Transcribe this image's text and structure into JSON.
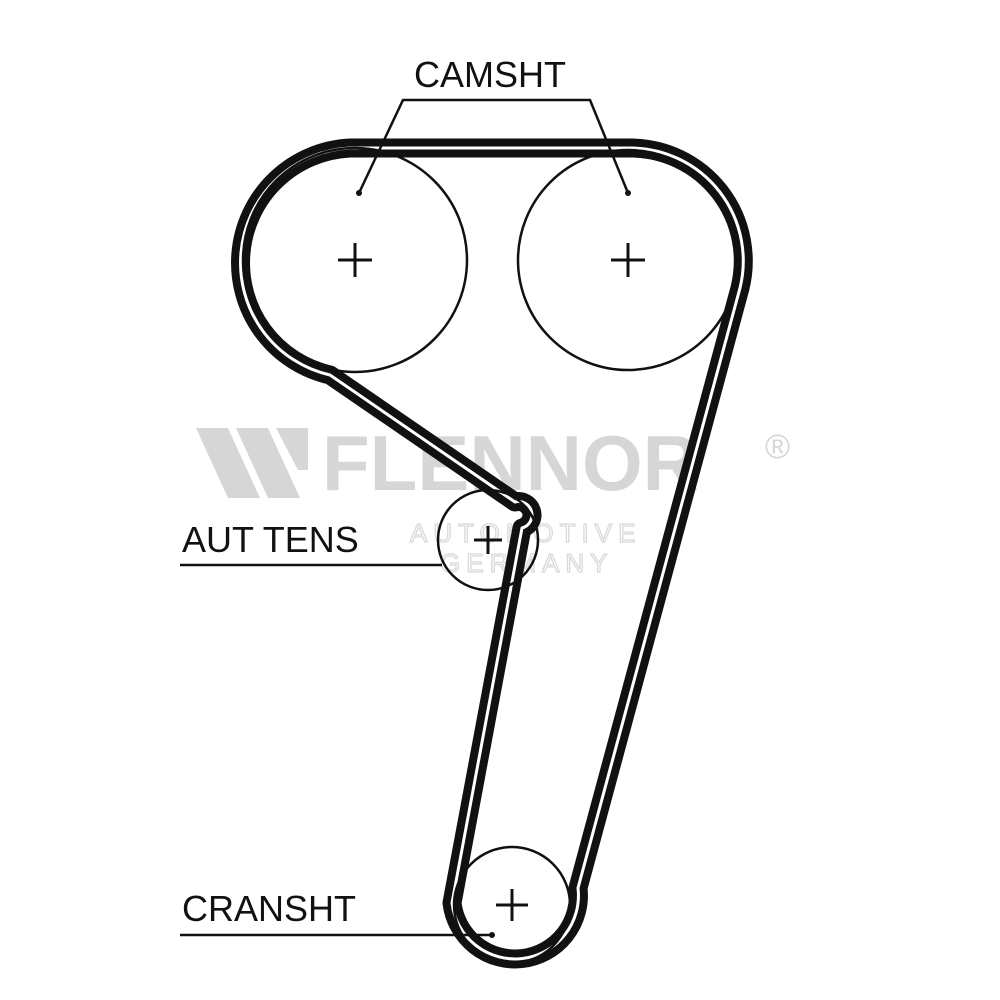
{
  "labels": {
    "camshaft": "CAMSHT",
    "tensioner": "AUT TENS",
    "crankshaft": "CRANSHT"
  },
  "watermark": {
    "brand": "FLENNOR",
    "registered": "®",
    "line1": "AUTOMOTIVE",
    "line2": "GERMANY"
  },
  "colors": {
    "belt": "#111111",
    "pulley": "#111111",
    "watermark": "#d6d6d6",
    "background": "#ffffff"
  }
}
